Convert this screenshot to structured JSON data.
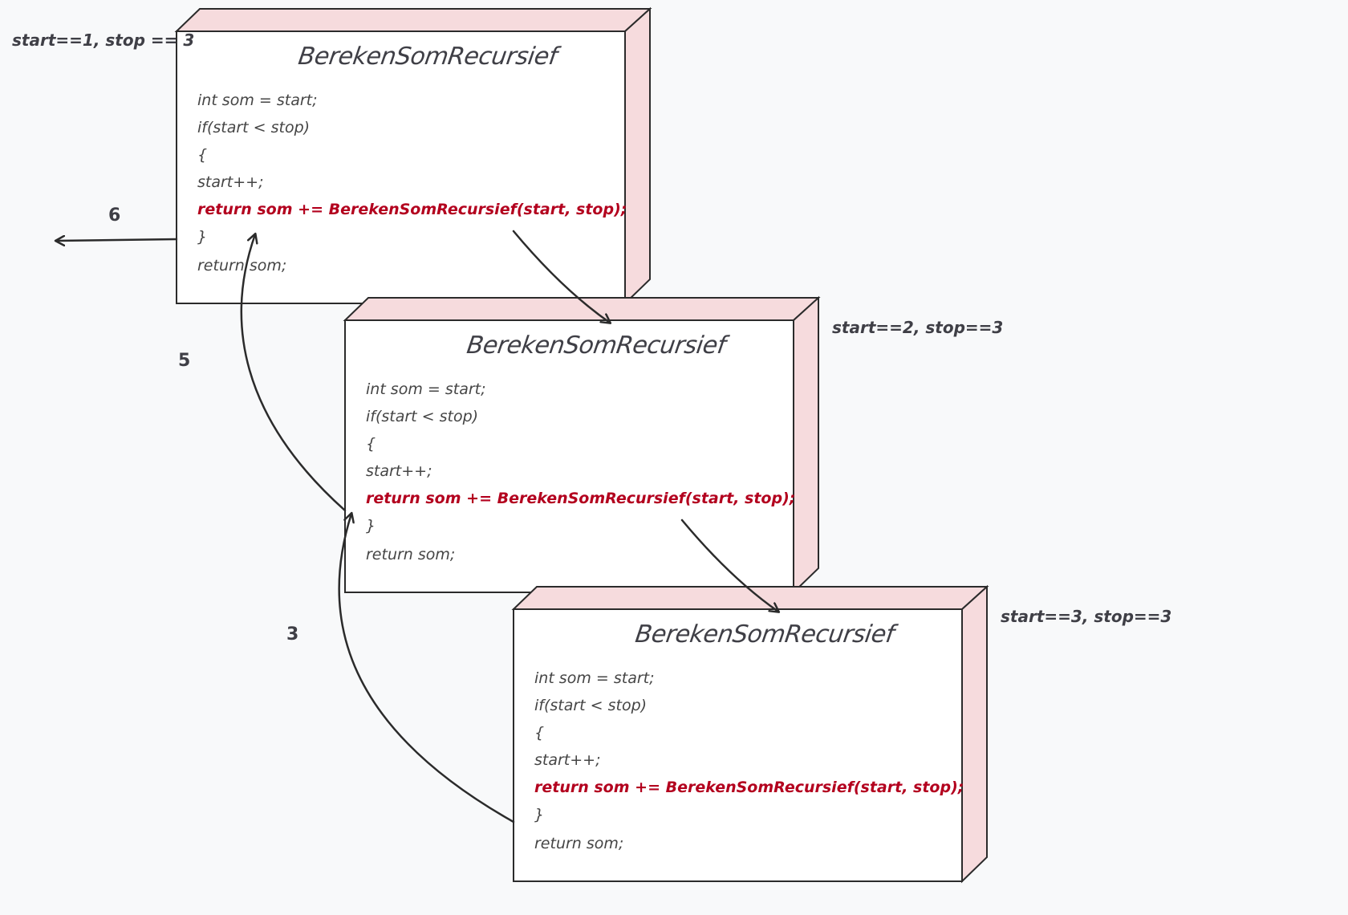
{
  "frames": [
    {
      "title": "BerekenSomRecursief",
      "params": "start==1, stop == 3",
      "code": [
        "int som = start;",
        "if(start < stop)",
        "{",
        "start++;",
        "return som += BerekenSomRecursief(start, stop);",
        "}",
        "return som;"
      ],
      "highlight_line": 4
    },
    {
      "title": "BerekenSomRecursief",
      "params": "start==2, stop==3",
      "code": [
        "int som = start;",
        "if(start < stop)",
        "{",
        "start++;",
        "return som += BerekenSomRecursief(start, stop);",
        "}",
        "return som;"
      ],
      "highlight_line": 4
    },
    {
      "title": "BerekenSomRecursief",
      "params": "start==3, stop==3",
      "code": [
        "int som = start;",
        "if(start < stop)",
        "{",
        "start++;",
        "return som += BerekenSomRecursief(start, stop);",
        "}",
        "return som;"
      ],
      "highlight_line": 4
    }
  ],
  "return_values": [
    "6",
    "5",
    "3"
  ],
  "colors": {
    "box_fill": "#ffffff",
    "box_side": "#f6dbdd",
    "stroke": "#2b2b2b",
    "highlight": "#b3001e",
    "background": "#f8f9fa"
  }
}
